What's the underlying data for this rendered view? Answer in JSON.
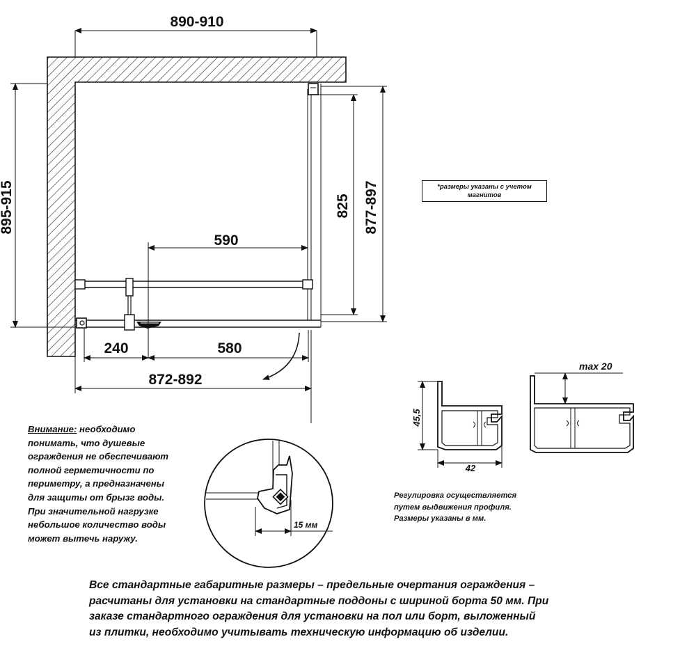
{
  "dimensions": {
    "top_width": "890-910",
    "left_height": "895-915",
    "door_opening": "590",
    "fixed_panel_depth": "825",
    "right_depth": "877-897",
    "bottom_left": "240",
    "bottom_right": "580",
    "bottom_total": "872-892",
    "profile_height": "45,5",
    "profile_width": "42",
    "profile_max": "max 20",
    "detail_offset": "15 мм"
  },
  "magnet_note": {
    "line1": "*размеры указаны с учетом",
    "line2": "магнитов"
  },
  "warning": {
    "lead": "Внимание:",
    "line1": " необходимо",
    "line2": "понимать, что душевые",
    "line3": "ограждения не обеспечивают",
    "line4": "полной герметичности по",
    "line5": "периметру, а предназначены",
    "line6": "для защиты от брызг воды.",
    "line7": "При значительной нагрузке",
    "line8": "небольшое количество воды",
    "line9": "может вытечь наружу."
  },
  "adjustment_note": {
    "line1": "Регулировка осуществляется",
    "line2": "путем выдвижения профиля.",
    "line3": "Размеры указаны в мм."
  },
  "footer": {
    "line1": "Все стандартные габаритные размеры – предельные очертания ограждения –",
    "line2": "расчитаны для установки на стандартные поддоны с шириной борта 50 мм. При",
    "line3": "заказе стандартного ограждения для установки на пол или борт, выложенный",
    "line4": "из плитки, необходимо учитывать техническую информацию об изделии."
  }
}
